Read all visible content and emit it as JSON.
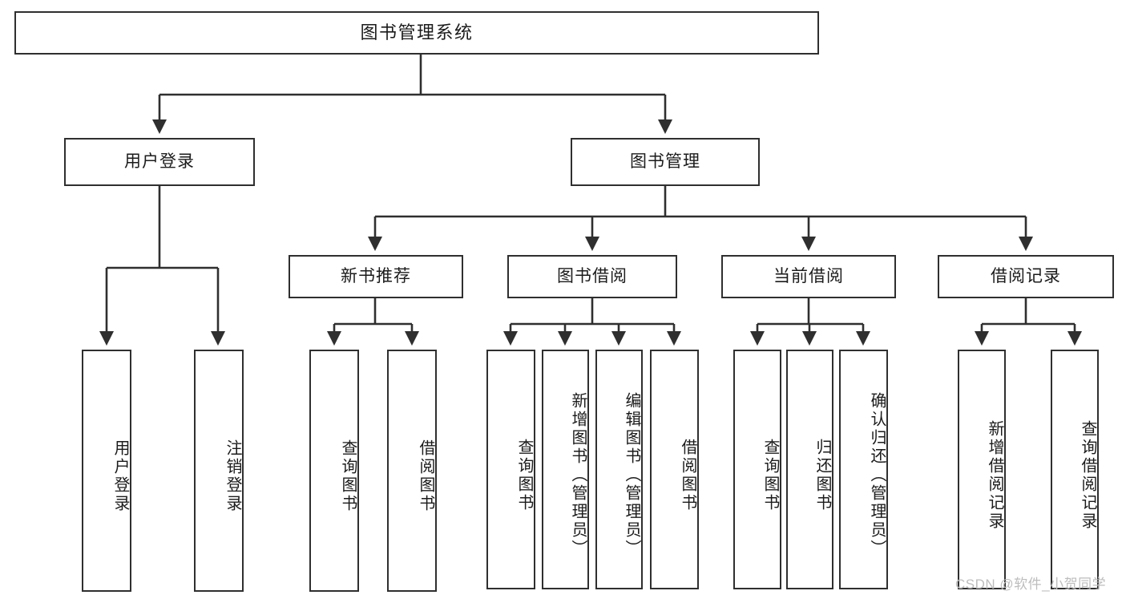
{
  "diagram": {
    "title": "图书管理系统",
    "type": "functional-structure-tree",
    "watermark": "CSDN @软件_小贺同学",
    "colors": {
      "stroke": "#2f2f2f",
      "fill": "#ffffff",
      "text": "#1b1b1b",
      "watermark": "#bdbdbd"
    },
    "levels": {
      "root": "图书管理系统",
      "level1": [
        "用户登录",
        "图书管理"
      ],
      "level2": [
        "新书推荐",
        "图书借阅",
        "当前借阅",
        "借阅记录"
      ]
    }
  },
  "nodes": {
    "root": {
      "label": "图书管理系统"
    },
    "user_login": {
      "label": "用户登录"
    },
    "book_manage": {
      "label": "图书管理"
    },
    "new_book_rec": {
      "label": "新书推荐"
    },
    "book_borrow": {
      "label": "图书借阅"
    },
    "current_borrow": {
      "label": "当前借阅"
    },
    "borrow_record": {
      "label": "借阅记录"
    },
    "leaf_user_login": {
      "label": "用户登录"
    },
    "leaf_logout": {
      "label": "注销登录"
    },
    "leaf_query_book_1": {
      "label": "查询图书"
    },
    "leaf_borrow_book_1": {
      "label": "借阅图书"
    },
    "leaf_query_book_2": {
      "label": "查询图书"
    },
    "leaf_add_book": {
      "label": "新增图书（管理员）"
    },
    "leaf_edit_book": {
      "label": "编辑图书（管理员）"
    },
    "leaf_borrow_book_2": {
      "label": "借阅图书"
    },
    "leaf_query_book_3": {
      "label": "查询图书"
    },
    "leaf_return_book": {
      "label": "归还图书"
    },
    "leaf_confirm_return": {
      "label": "确认归还（管理员）"
    },
    "leaf_add_record": {
      "label": "新增借阅记录"
    },
    "leaf_query_record": {
      "label": "查询借阅记录"
    }
  }
}
